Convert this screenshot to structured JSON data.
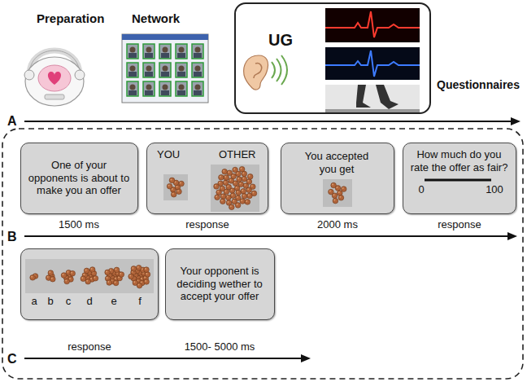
{
  "diagram": {
    "nodes": [
      {
        "text": [
          "UG"
        ]
      },
      {
        "text": [
          "One of your opponents is about to make you an offer"
        ]
      },
      {
        "text": [
          "YOU",
          "OTHER"
        ]
      },
      {
        "text": [
          "You accepted you get"
        ]
      },
      {
        "text": [
          "How much do you rate the offer as fair?",
          "0",
          "100"
        ]
      },
      {
        "text": [
          "a",
          "b",
          "c",
          "d",
          "e",
          "f"
        ]
      },
      {
        "text": [
          "Your opponent is deciding wether to accept your offer"
        ]
      }
    ],
    "labels": [
      "Preparation",
      "Network",
      "Questionnaires",
      "A",
      "1500 ms",
      "response",
      "2000 ms",
      "response",
      "B",
      "response",
      "1500- 5000 ms",
      "C"
    ]
  }
}
